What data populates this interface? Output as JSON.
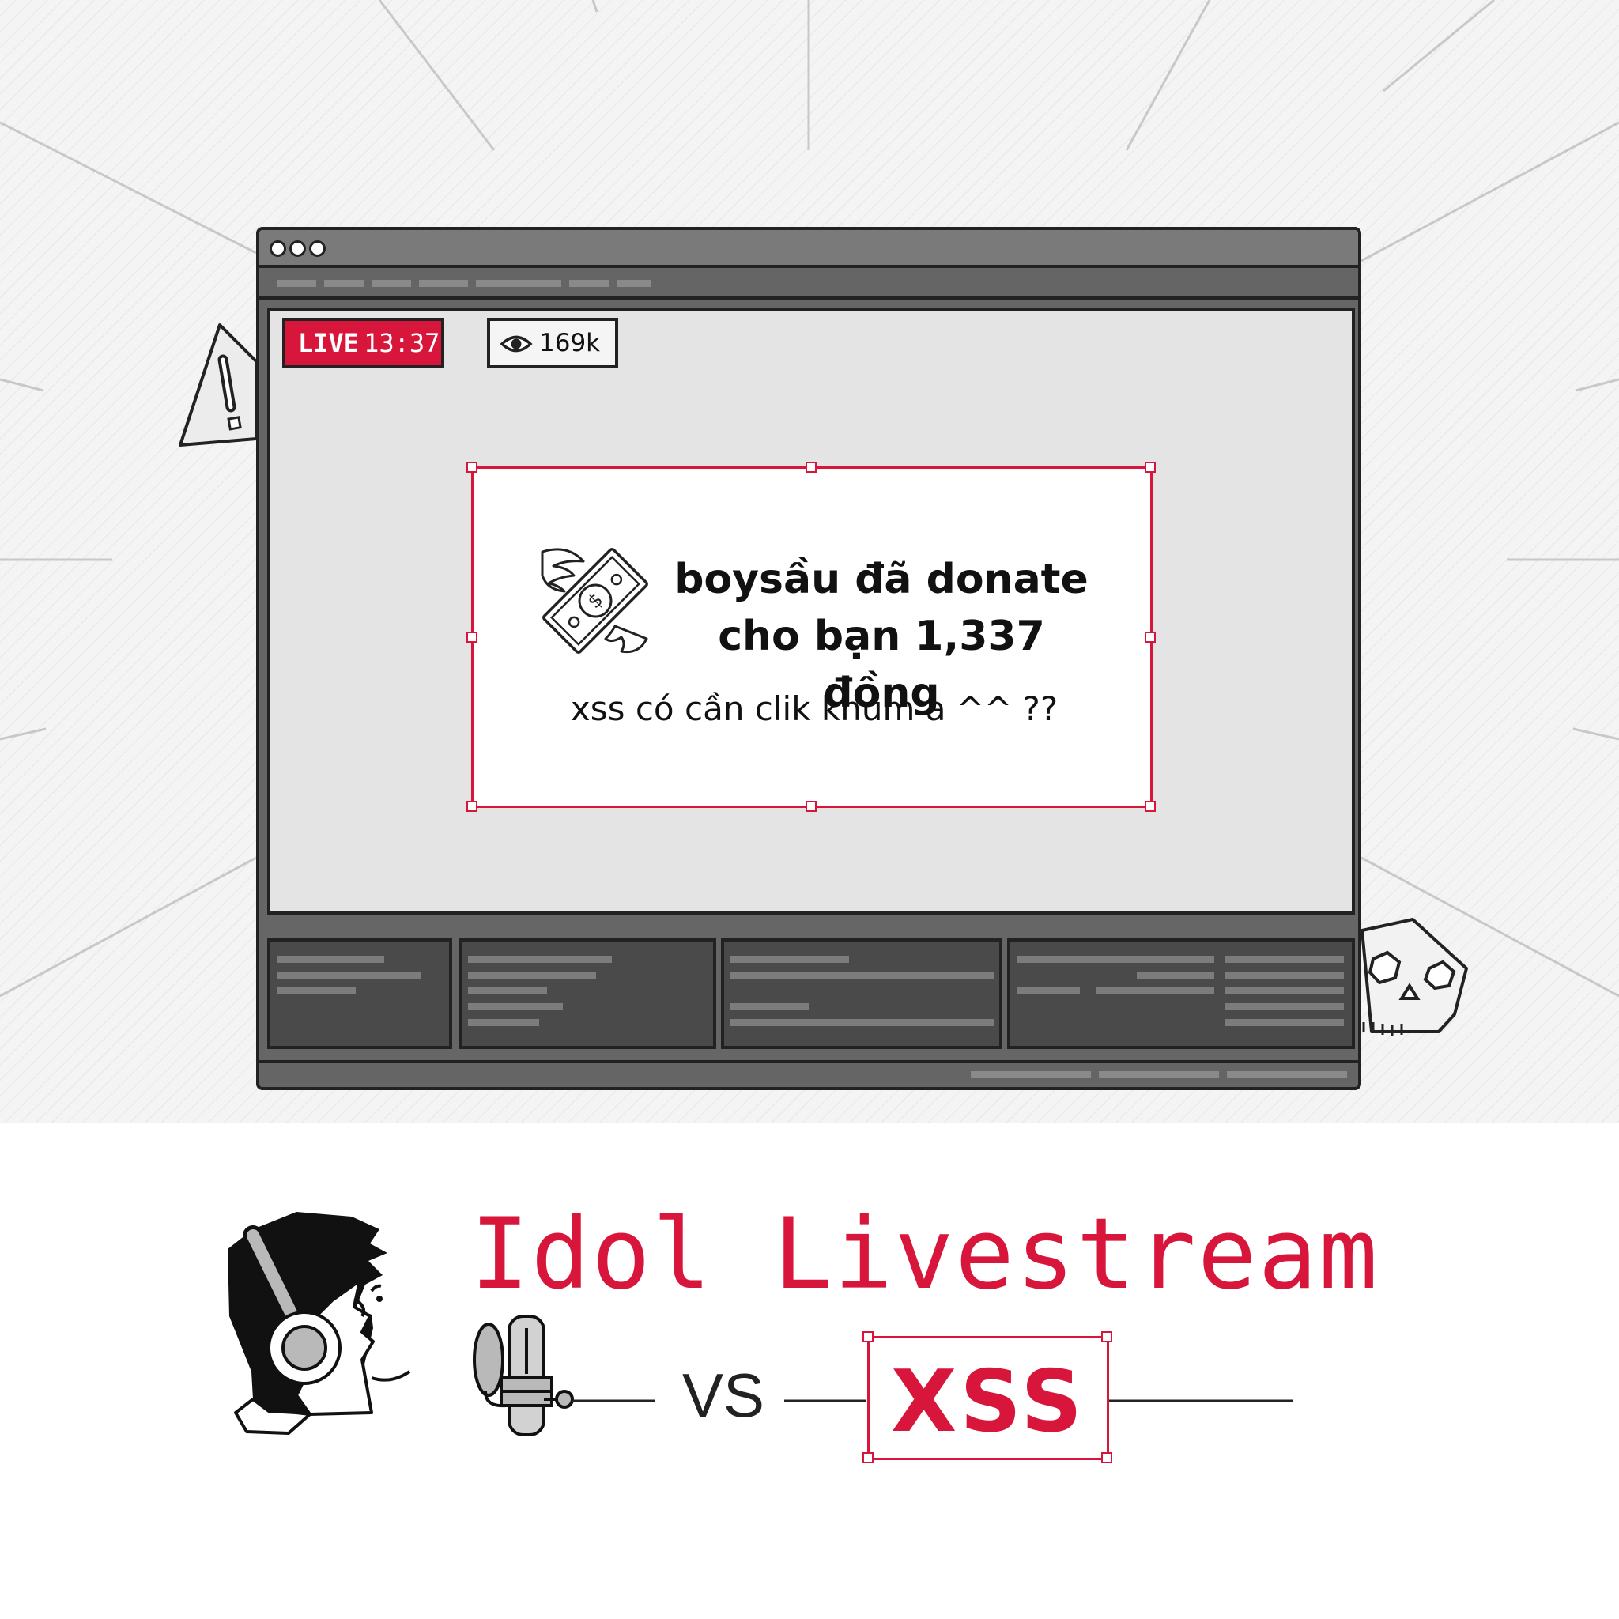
{
  "stream": {
    "live_label": "LIVE",
    "live_time": "13:37",
    "viewer_count": "169k",
    "icons": [
      "eye-icon",
      "money-with-wings-icon",
      "warning-icon",
      "skull-icon",
      "headphones-icon",
      "microphone-icon"
    ]
  },
  "donation": {
    "title_line1": "boysầu đã donate",
    "title_line2": "cho bạn 1,337 đồng",
    "message": "xss có cần clik khum a ^^ ??"
  },
  "poster": {
    "headline": "Idol Livestream",
    "vs": "VS",
    "xss": "XSS"
  },
  "colors": {
    "accent": "#d8153a",
    "ink": "#222222",
    "window_gray": "#666666",
    "stream_bg": "#e4e4e4",
    "background": "#f4f4f4"
  }
}
